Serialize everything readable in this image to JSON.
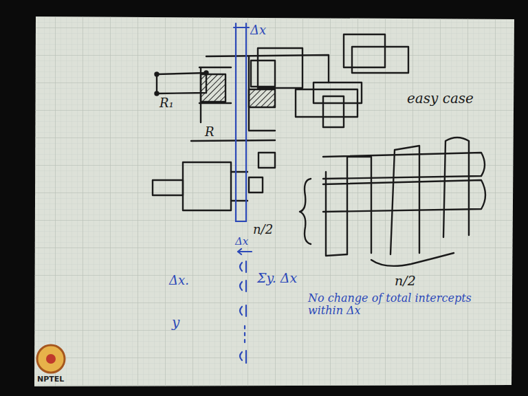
{
  "diagram": {
    "labels": [
      "Δx",
      "R₁",
      "R",
      "easy case",
      "n/2",
      "Δx",
      "Δx.",
      "Σy. Δx",
      "y",
      "n/2",
      "No change of total intercepts within Δx",
      "NPTEL"
    ]
  }
}
